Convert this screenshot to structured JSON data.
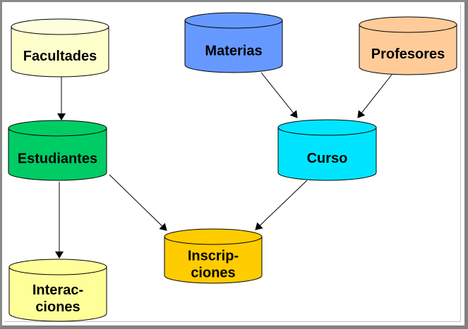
{
  "diagram": {
    "title": "",
    "nodes": [
      {
        "id": "facultades",
        "label_lines": [
          "Facultades"
        ],
        "shape": "cylinder",
        "fill": "#ffffcc",
        "top_fill": "#ffffe0"
      },
      {
        "id": "materias",
        "label_lines": [
          "Materias"
        ],
        "shape": "cylinder",
        "fill": "#6699ff",
        "top_fill": "#6699ff"
      },
      {
        "id": "profesores",
        "label_lines": [
          "Profesores"
        ],
        "shape": "cylinder",
        "fill": "#ffcc99",
        "top_fill": "#ffcc99"
      },
      {
        "id": "estudiantes",
        "label_lines": [
          "Estudiantes"
        ],
        "shape": "cylinder",
        "fill": "#00cc66",
        "top_fill": "#00cc66"
      },
      {
        "id": "curso",
        "label_lines": [
          "Curso"
        ],
        "shape": "cylinder",
        "fill": "#00e5ff",
        "top_fill": "#00e5ff"
      },
      {
        "id": "inscripciones",
        "label_lines": [
          "Inscrip-",
          "ciones"
        ],
        "shape": "cylinder",
        "fill": "#ffcc00",
        "top_fill": "#ffcc00"
      },
      {
        "id": "interacciones",
        "label_lines": [
          "Interac-",
          "ciones"
        ],
        "shape": "cylinder",
        "fill": "#ffff99",
        "top_fill": "#ffff99"
      }
    ],
    "edges": [
      {
        "from": "facultades",
        "to": "estudiantes"
      },
      {
        "from": "materias",
        "to": "curso"
      },
      {
        "from": "profesores",
        "to": "curso"
      },
      {
        "from": "estudiantes",
        "to": "interacciones"
      },
      {
        "from": "estudiantes",
        "to": "inscripciones"
      },
      {
        "from": "curso",
        "to": "inscripciones"
      }
    ],
    "colors": {
      "outline": "#000000",
      "edge": "#000000",
      "frame": "#808080",
      "background": "#ffffff"
    }
  }
}
